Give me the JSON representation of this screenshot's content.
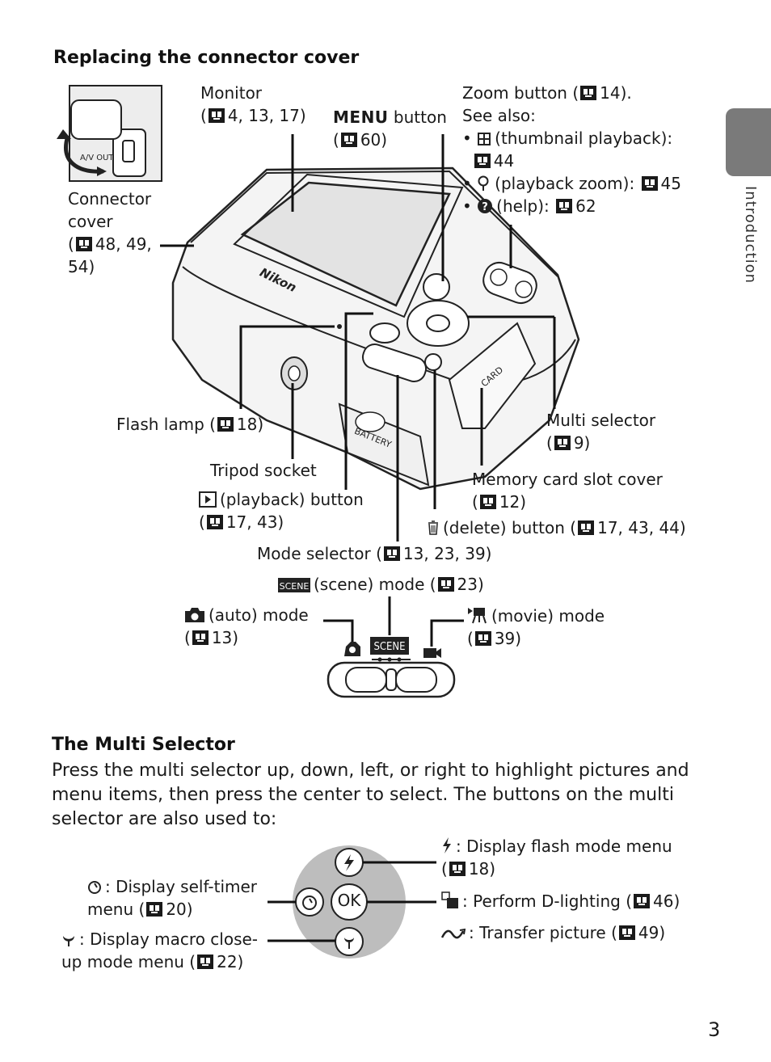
{
  "section_title": "Replacing the connector cover",
  "side_tab": "Introduction",
  "page_number": "3",
  "camera_labels": {
    "connector_cover_line1": "Connector",
    "connector_cover_line2": "cover",
    "connector_cover_refs": "48, 49,",
    "connector_cover_refs2": "54)",
    "monitor": "Monitor",
    "monitor_refs": "4, 13, 17)",
    "menu_word": "MENU",
    "menu_suffix": "button",
    "menu_refs": "60)",
    "zoom_line1": "Zoom button (",
    "zoom_line1_ref": "14).",
    "zoom_see_also": "See also:",
    "zoom_thumb": "(thumbnail playback):",
    "zoom_thumb_ref": "44",
    "zoom_playzoom": "(playback zoom):",
    "zoom_playzoom_ref": "45",
    "zoom_help": "(help):",
    "zoom_help_ref": "62",
    "flash_lamp": "Flash lamp (",
    "flash_lamp_ref": "18)",
    "tripod": "Tripod socket",
    "playback_btn": "(playback) button",
    "playback_refs": "17, 43)",
    "mode_selector": "Mode selector (",
    "mode_selector_refs": "13, 23, 39)",
    "multi_selector": "Multi selector",
    "multi_selector_ref": "9)",
    "memory_card": "Memory card slot cover",
    "memory_card_ref": "12)",
    "delete_btn": "(delete) button (",
    "delete_refs": "17, 43, 44)",
    "scene_mode": "(scene) mode (",
    "scene_ref": "23)",
    "auto_mode": "(auto) mode",
    "auto_ref": "13)",
    "movie_mode": "(movie) mode",
    "movie_ref": "39)",
    "cam_brand": "Nikon",
    "cam_card": "CARD",
    "cam_battery": "BATTERY",
    "cam_avout": "A/V OUT",
    "scene_badge": "SCENE"
  },
  "multi_section": {
    "title": "The Multi Selector",
    "body": "Press the multi selector up, down, left, or right to highlight pictures and menu items, then press the center to select. The buttons on the multi selector are also used to:",
    "ok": "OK",
    "flash_text": ": Display flash mode menu",
    "flash_ref": "18)",
    "dlighting_text": ": Perform D-lighting (",
    "dlighting_ref": "46)",
    "transfer_text": ": Transfer picture (",
    "transfer_ref": "49)",
    "selftimer_text": ": Display self-timer",
    "selftimer_text2": "menu (",
    "selftimer_ref": "20)",
    "macro_text": ": Display macro close-",
    "macro_text2": "up mode menu (",
    "macro_ref": "22)"
  },
  "colors": {
    "tab": "#7a7a7a",
    "ink": "#1a1a1a",
    "dial_gray": "#bdbdbd"
  }
}
